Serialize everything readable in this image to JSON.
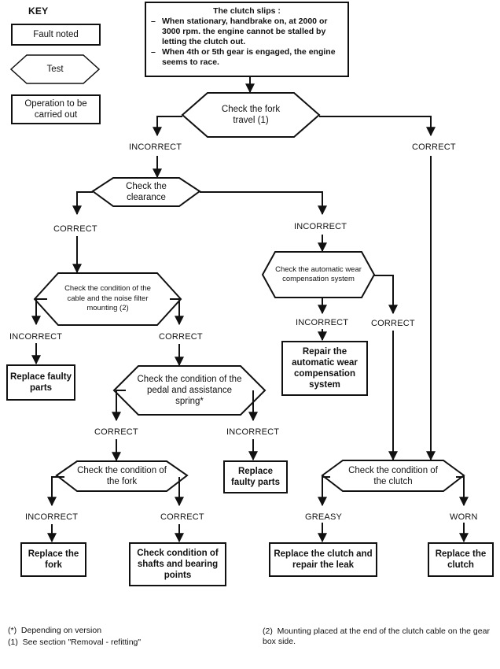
{
  "key": {
    "title": "KEY",
    "fault": "Fault noted",
    "test": "Test",
    "operation": "Operation to be carried out"
  },
  "fault": {
    "title": "The clutch slips :",
    "item1": "When stationary, handbrake on, at 2000 or 3000 rpm. the engine cannot be stalled by letting the clutch out.",
    "item2": "When 4th or 5th gear is engaged, the engine seems to race."
  },
  "tests": {
    "fork_travel": "Check the fork travel (1)",
    "clearance": "Check the clearance",
    "cable": "Check the condition of the cable and the noise filter mounting (2)",
    "auto_wear": "Check the automatic wear compensation system",
    "pedal": "Check the condition of the pedal and assistance spring*",
    "fork": "Check the condition of the fork",
    "clutch": "Check the condition of the clutch"
  },
  "labels": {
    "incorrect": "INCORRECT",
    "correct": "CORRECT",
    "greasy": "GREASY",
    "worn": "WORN"
  },
  "operations": {
    "replace_faulty_1": "Replace faulty parts",
    "repair_auto": "Repair the automatic wear compensation system",
    "replace_faulty_2": "Replace faulty parts",
    "replace_fork": "Replace the fork",
    "check_shafts": "Check condition of shafts and bearing points",
    "replace_clutch_leak": "Replace the clutch and repair the leak",
    "replace_clutch": "Replace the clutch"
  },
  "notes": {
    "star": "(*)  Depending on version",
    "one": "(1)  See section \"Removal - refitting\"",
    "two": "(2)  Mounting placed at the end of the clutch cable on the gear box side."
  }
}
